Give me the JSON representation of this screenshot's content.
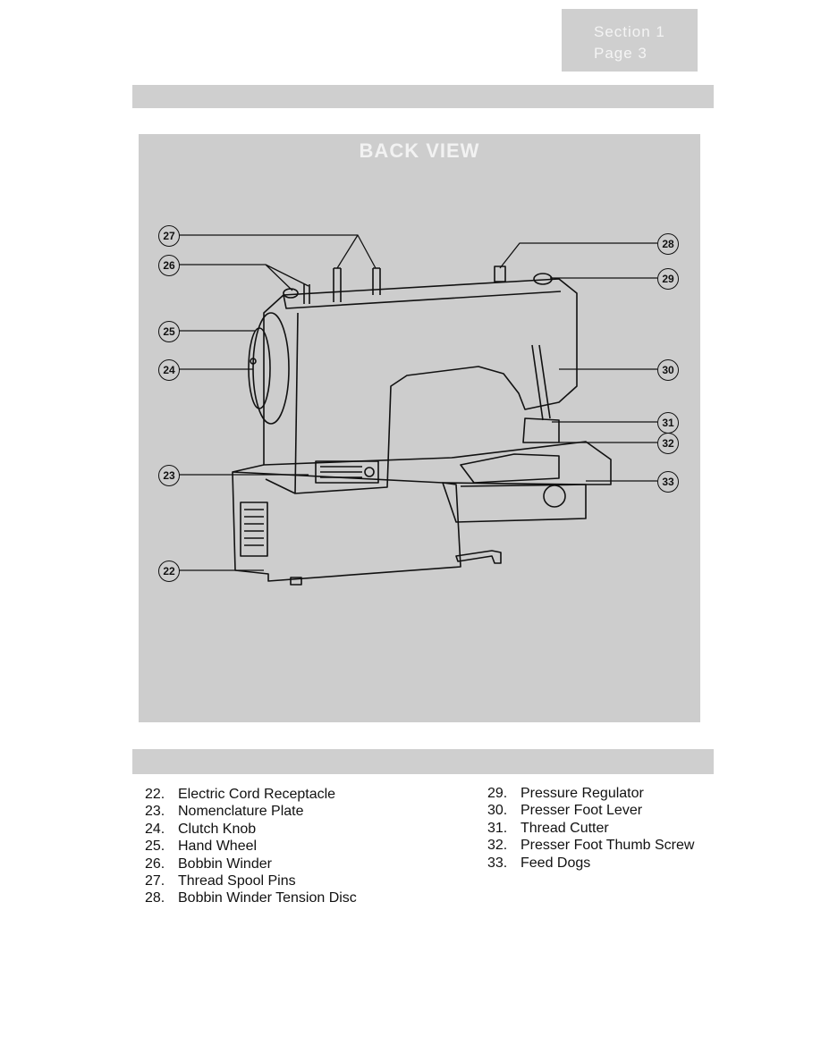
{
  "section_tab": {
    "section": "Section 1",
    "page": "Page 3"
  },
  "figure": {
    "title": "BACK VIEW",
    "callouts": [
      "27",
      "26",
      "25",
      "24",
      "23",
      "22",
      "28",
      "29",
      "30",
      "31",
      "32",
      "33"
    ]
  },
  "legend": {
    "left": [
      {
        "num": "22.",
        "label": "Electric Cord Receptacle"
      },
      {
        "num": "23.",
        "label": "Nomenclature Plate"
      },
      {
        "num": "24.",
        "label": "Clutch Knob"
      },
      {
        "num": "25.",
        "label": "Hand Wheel"
      },
      {
        "num": "26.",
        "label": "Bobbin Winder"
      },
      {
        "num": "27.",
        "label": "Thread Spool Pins"
      },
      {
        "num": "28.",
        "label": "Bobbin Winder Tension Disc"
      }
    ],
    "right": [
      {
        "num": "29.",
        "label": "Pressure Regulator"
      },
      {
        "num": "30.",
        "label": "Presser Foot Lever"
      },
      {
        "num": "31.",
        "label": "Thread Cutter"
      },
      {
        "num": "32.",
        "label": "Presser Foot Thumb Screw"
      },
      {
        "num": "33.",
        "label": "Feed Dogs"
      }
    ]
  }
}
